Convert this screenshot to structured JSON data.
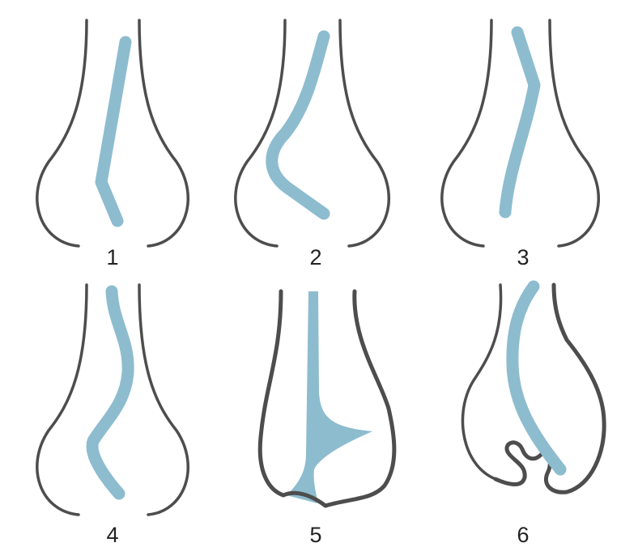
{
  "panels": [
    {
      "label": "1"
    },
    {
      "label": "2"
    },
    {
      "label": "3"
    },
    {
      "label": "4"
    },
    {
      "label": "5"
    },
    {
      "label": "6"
    }
  ],
  "colors": {
    "fracture_line": "#8dbccf",
    "bone_outline": "#4d4d4d",
    "label_text": "#222222"
  }
}
